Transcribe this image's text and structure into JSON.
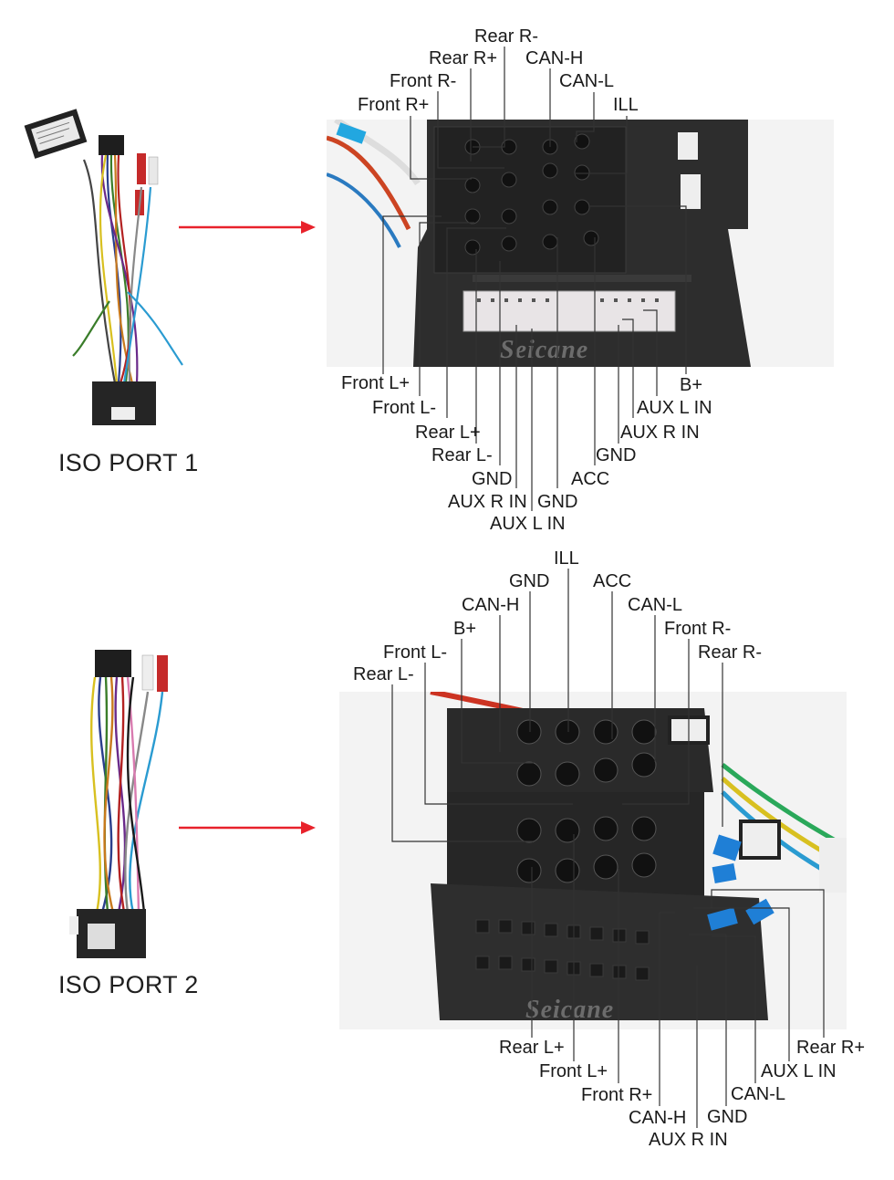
{
  "watermark": "Seicane",
  "ports": [
    {
      "title": "ISO PORT 1",
      "top_labels": [
        "Rear R-",
        "Rear R+",
        "CAN-H",
        "Front R-",
        "CAN-L",
        "Front R+",
        "ILL"
      ],
      "bottom_labels": [
        "Front L+",
        "B+",
        "Front L-",
        "AUX L IN",
        "Rear L+",
        "AUX R IN",
        "Rear L-",
        "GND",
        "GND",
        "ACC",
        "AUX R IN",
        "GND",
        "AUX L IN"
      ]
    },
    {
      "title": "ISO PORT 2",
      "top_labels": [
        "ILL",
        "GND",
        "ACC",
        "CAN-H",
        "CAN-L",
        "B+",
        "Front R-",
        "Front L-",
        "Rear R-",
        "Rear L-"
      ],
      "bottom_labels": [
        "Rear R+",
        "Rear L+",
        "AUX L IN",
        "Front L+",
        "CAN-L",
        "Front R+",
        "GND",
        "CAN-H",
        "AUX R IN"
      ]
    }
  ],
  "colors": {
    "arrow": "#e8222b",
    "leader": "#333333",
    "connector": "#2b2b2b"
  }
}
